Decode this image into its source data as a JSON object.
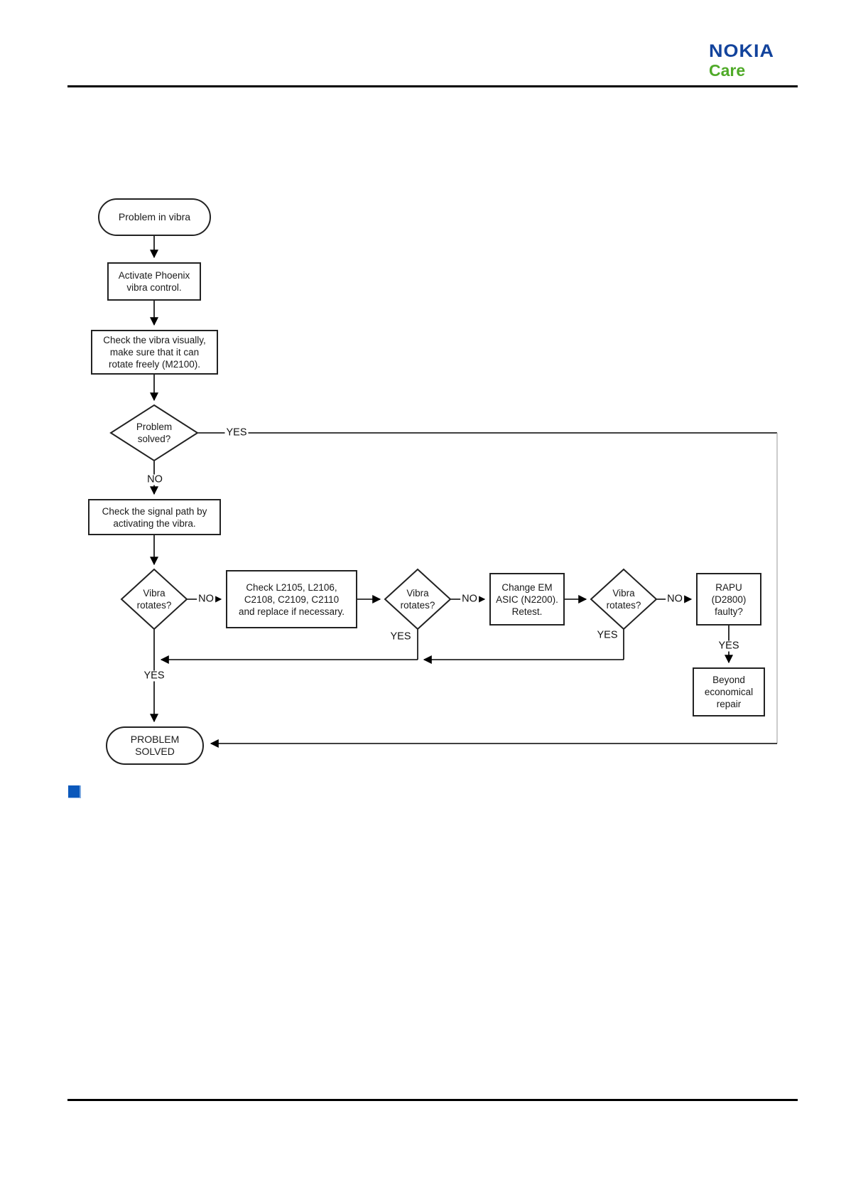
{
  "header": {
    "brand": "NOKIA",
    "sub_brand": "Care",
    "brand_color": "#12439c",
    "sub_brand_color": "#4faa28"
  },
  "flowchart": {
    "nodes": {
      "start": {
        "text": "Problem in vibra"
      },
      "activate_phoenix": {
        "text": "Activate Phoenix\nvibra control."
      },
      "check_visually": {
        "text": "Check the vibra visually,\nmake sure that it can\nrotate freely (M2100)."
      },
      "problem_solved": {
        "text": "Problem\nsolved?"
      },
      "check_signal_path": {
        "text": "Check the signal path by\nactivating the vibra."
      },
      "vibra_rotates_1": {
        "text": "Vibra\nrotates?"
      },
      "check_components": {
        "text": "Check L2105, L2106,\nC2108, C2109, C2110\nand replace if necessary."
      },
      "vibra_rotates_2": {
        "text": "Vibra\nrotates?"
      },
      "change_em_asic": {
        "text": "Change EM\nASIC (N2200).\nRetest."
      },
      "vibra_rotates_3": {
        "text": "Vibra\nrotates?"
      },
      "rapu_faulty": {
        "text": "RAPU\n(D2800)\nfaulty?"
      },
      "beyond_repair": {
        "text": "Beyond\neconomical\nrepair"
      },
      "end": {
        "text": "PROBLEM\nSOLVED"
      }
    },
    "labels": {
      "yes": "YES",
      "no": "NO"
    },
    "line_color": "#000000",
    "return_line_color": "#aaaaaa"
  }
}
